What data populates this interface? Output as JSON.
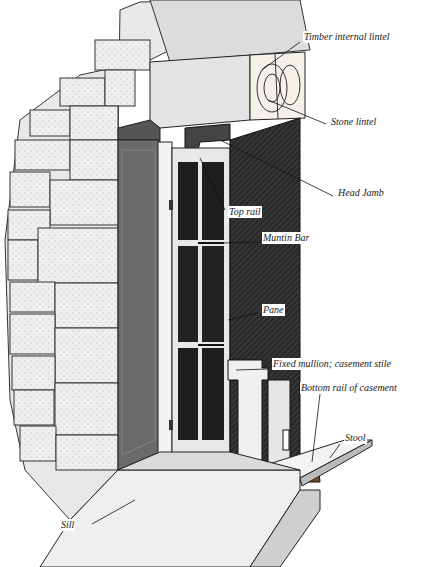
{
  "diagram": {
    "labels": [
      "Timber internal lintel",
      "Stone lintel",
      "Head Jamb",
      "Top rail",
      "Muntin Bar",
      "Pane",
      "Fixed mullion; casement stile",
      "Bottom rail of casement",
      "Stool",
      "Sill"
    ]
  }
}
